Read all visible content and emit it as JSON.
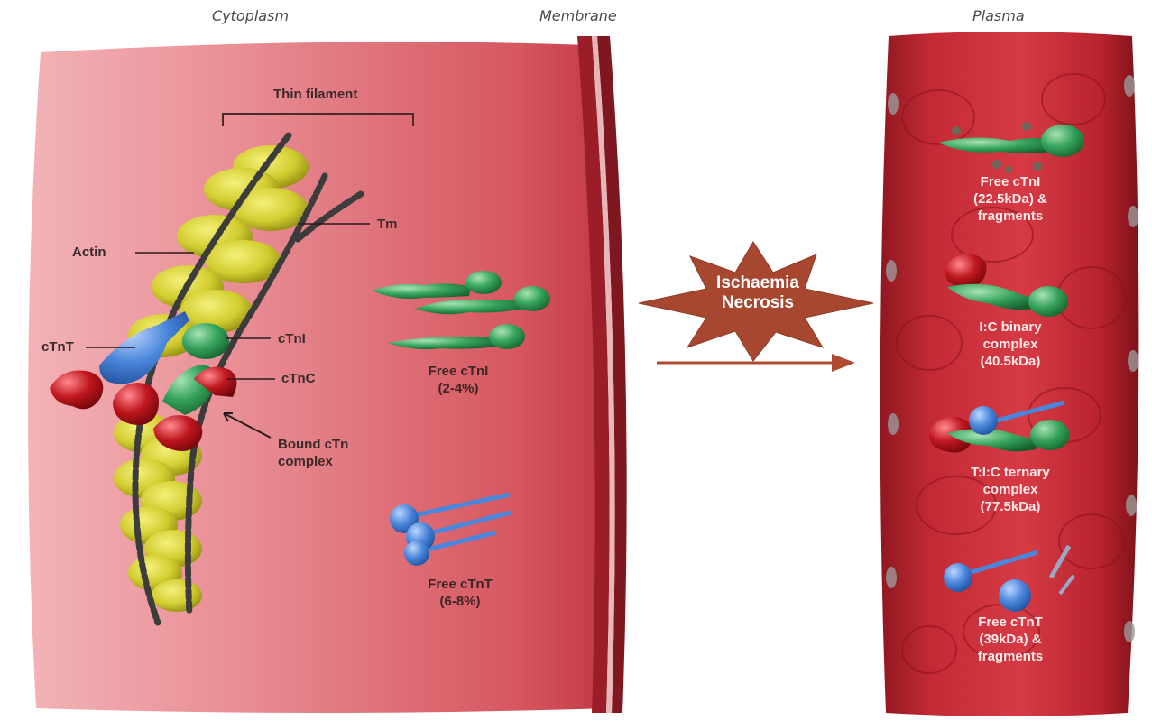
{
  "headers": {
    "cytoplasm": "Cytoplasm",
    "membrane": "Membrane",
    "plasma": "Plasma"
  },
  "filament": {
    "thin_filament": "Thin filament",
    "actin": "Actin",
    "tm": "Tm",
    "ctnt": "cTnT",
    "ctni": "cTnI",
    "ctnc": "cTnC",
    "bound_line1": "Bound cTn",
    "bound_line2": "complex"
  },
  "cytoplasm_free": {
    "ctni_line1": "Free cTnI",
    "ctni_line2": "(2-4%)",
    "ctnt_line1": "Free cTnT",
    "ctnt_line2": "(6-8%)"
  },
  "event": {
    "line1": "Ischaemia",
    "line2": "Necrosis"
  },
  "plasma_items": [
    {
      "l1": "Free cTnI",
      "l2": "(22.5kDa) &",
      "l3": "fragments"
    },
    {
      "l1": "I:C binary",
      "l2": "complex",
      "l3": "(40.5kDa)"
    },
    {
      "l1": "T:I:C ternary",
      "l2": "complex",
      "l3": "(77.5kDa)"
    },
    {
      "l1": "Free cTnT",
      "l2": "(39kDa) &",
      "l3": "fragments"
    }
  ],
  "colors": {
    "cytoplasm": "#d95a64",
    "plasma": "#b8232e",
    "membrane": "#8e1c24",
    "star": "#a8472f",
    "arrow": "#b04a30",
    "actin": "#d6d235",
    "ctni_green": "#2f9a52",
    "ctnt_blue": "#3f7ed6",
    "ctnc_red": "#b0121d"
  }
}
